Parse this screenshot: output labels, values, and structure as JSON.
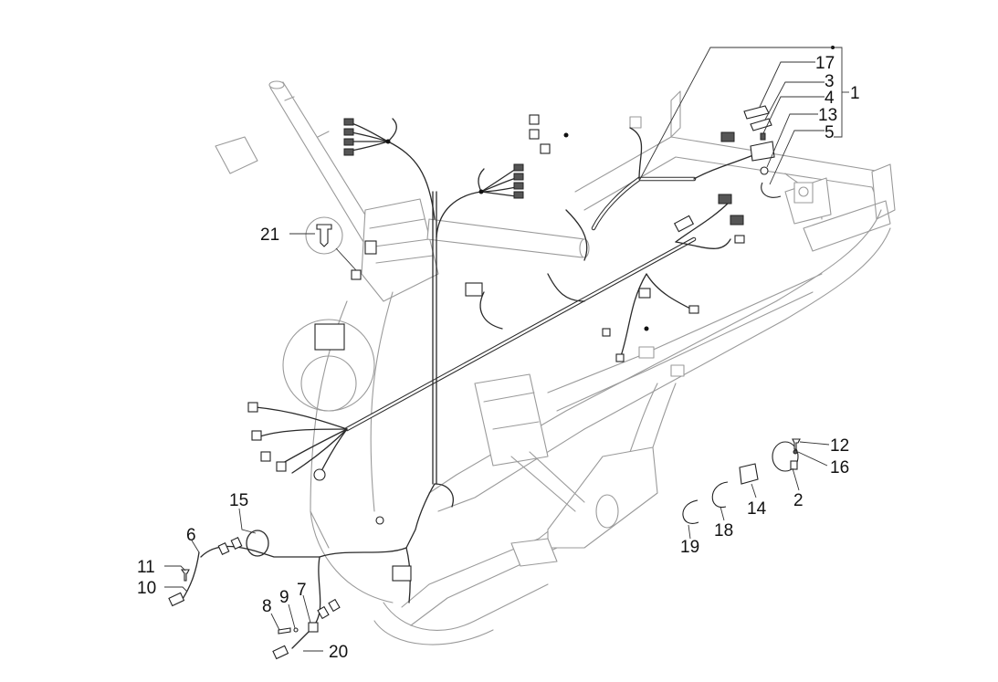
{
  "diagram": {
    "subject": "Scooter frame with main wiring harness - exploded parts view",
    "callouts": [
      {
        "id": "1",
        "label": "1",
        "part": "main-wiring-harness-group"
      },
      {
        "id": "17",
        "label": "17",
        "part": "fuse-cover"
      },
      {
        "id": "3",
        "label": "3",
        "part": "fuse-holder"
      },
      {
        "id": "4",
        "label": "4",
        "part": "fuse"
      },
      {
        "id": "13",
        "label": "13",
        "part": "clip"
      },
      {
        "id": "5",
        "label": "5",
        "part": "cable-clamp"
      },
      {
        "id": "21",
        "label": "21",
        "part": "plastic-rivet"
      },
      {
        "id": "12",
        "label": "12",
        "part": "screw"
      },
      {
        "id": "16",
        "label": "16",
        "part": "washer"
      },
      {
        "id": "2",
        "label": "2",
        "part": "hose-clamp"
      },
      {
        "id": "14",
        "label": "14",
        "part": "bracket-clip"
      },
      {
        "id": "18",
        "label": "18",
        "part": "cable-band"
      },
      {
        "id": "19",
        "label": "19",
        "part": "cable-band-small"
      },
      {
        "id": "15",
        "label": "15",
        "part": "cable-tie"
      },
      {
        "id": "6",
        "label": "6",
        "part": "front-abs-sensor-cable"
      },
      {
        "id": "11",
        "label": "11",
        "part": "screw"
      },
      {
        "id": "10",
        "label": "10",
        "part": "washer"
      },
      {
        "id": "7",
        "label": "7",
        "part": "rear-cable-bracket"
      },
      {
        "id": "8",
        "label": "8",
        "part": "screw"
      },
      {
        "id": "9",
        "label": "9",
        "part": "washer"
      },
      {
        "id": "20",
        "label": "20",
        "part": "rear-abs-sensor-cable"
      }
    ]
  }
}
